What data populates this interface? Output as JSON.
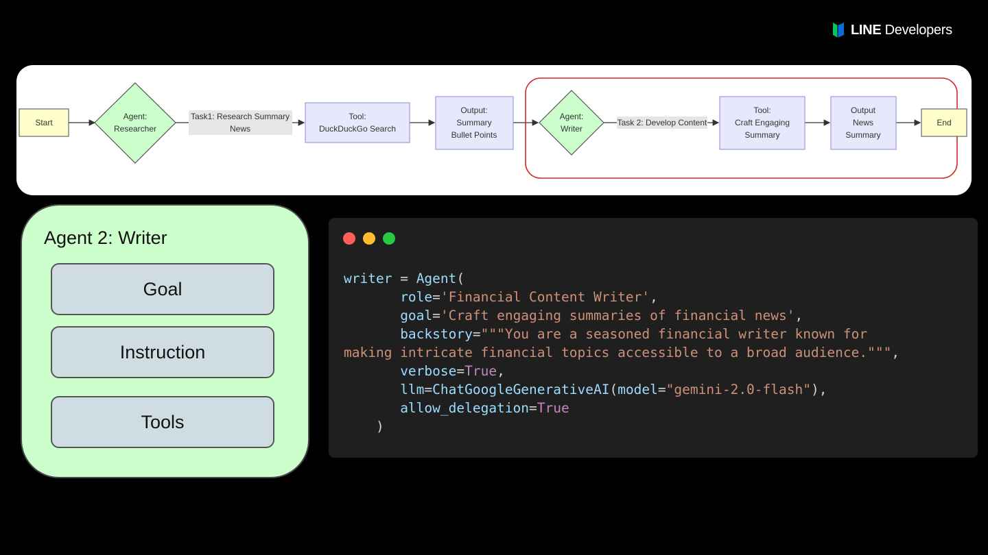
{
  "logo": {
    "brand": "LINE",
    "product": "Developers",
    "accent": "#06c755"
  },
  "flow": {
    "nodes": {
      "start": "Start",
      "agent_researcher": [
        "Agent:",
        "Researcher"
      ],
      "task1": [
        "Task1: Research Summary",
        "News"
      ],
      "tool_search": [
        "Tool:",
        "DuckDuckGo Search"
      ],
      "output_bullets": [
        "Output:",
        "Summary",
        "Bullet Points"
      ],
      "agent_writer": [
        "Agent:",
        "Writer"
      ],
      "task2": [
        "Task 2: Develop Content"
      ],
      "tool_craft": [
        "Tool:",
        "Craft Engaging",
        "Summary"
      ],
      "output_news": [
        "Output",
        "News",
        "Summary"
      ],
      "end": "End"
    },
    "colors": {
      "terminal_fill": "#ffffcc",
      "agent_fill": "#ccffcc",
      "process_fill": "#e8e8fc",
      "label_bg": "#e6e6e6",
      "highlight": "#d6262b"
    }
  },
  "agent_card": {
    "title": "Agent 2: Writer",
    "items": [
      "Goal",
      "Instruction",
      "Tools"
    ]
  },
  "code_window": {
    "dot_colors": [
      "#ff5f57",
      "#febc2e",
      "#28c840"
    ],
    "lines": {
      "l1": {
        "var": "writer",
        "op": " = ",
        "fn": "Agent",
        "paren": "("
      },
      "l2": {
        "indent": "       ",
        "key": "role",
        "eq": "=",
        "str": "'Financial Content Writer'",
        "tail": ","
      },
      "l3": {
        "indent": "       ",
        "key": "goal",
        "eq": "=",
        "str": "'Craft engaging summaries of financial news'",
        "tail": ","
      },
      "l4": {
        "indent": "       ",
        "key": "backstory",
        "eq": "=",
        "str": "\"\"\"You are a seasoned financial writer known for"
      },
      "l5": {
        "str": "making intricate financial topics accessible to a broad audience.\"\"\"",
        "tail": ","
      },
      "l6": {
        "indent": "       ",
        "key": "verbose",
        "eq": "=",
        "kw": "True",
        "tail": ","
      },
      "l7": {
        "indent": "       ",
        "key": "llm",
        "eq": "=",
        "fn": "ChatGoogleGenerativeAI",
        "open": "(",
        "key2": "model",
        "eq2": "=",
        "str": "\"gemini-2.0-flash\"",
        "tail": "),"
      },
      "l8": {
        "indent": "       ",
        "key": "allow_delegation",
        "eq": "=",
        "kw": "True"
      },
      "l9": {
        "indent": "    ",
        "paren": ")"
      }
    }
  }
}
